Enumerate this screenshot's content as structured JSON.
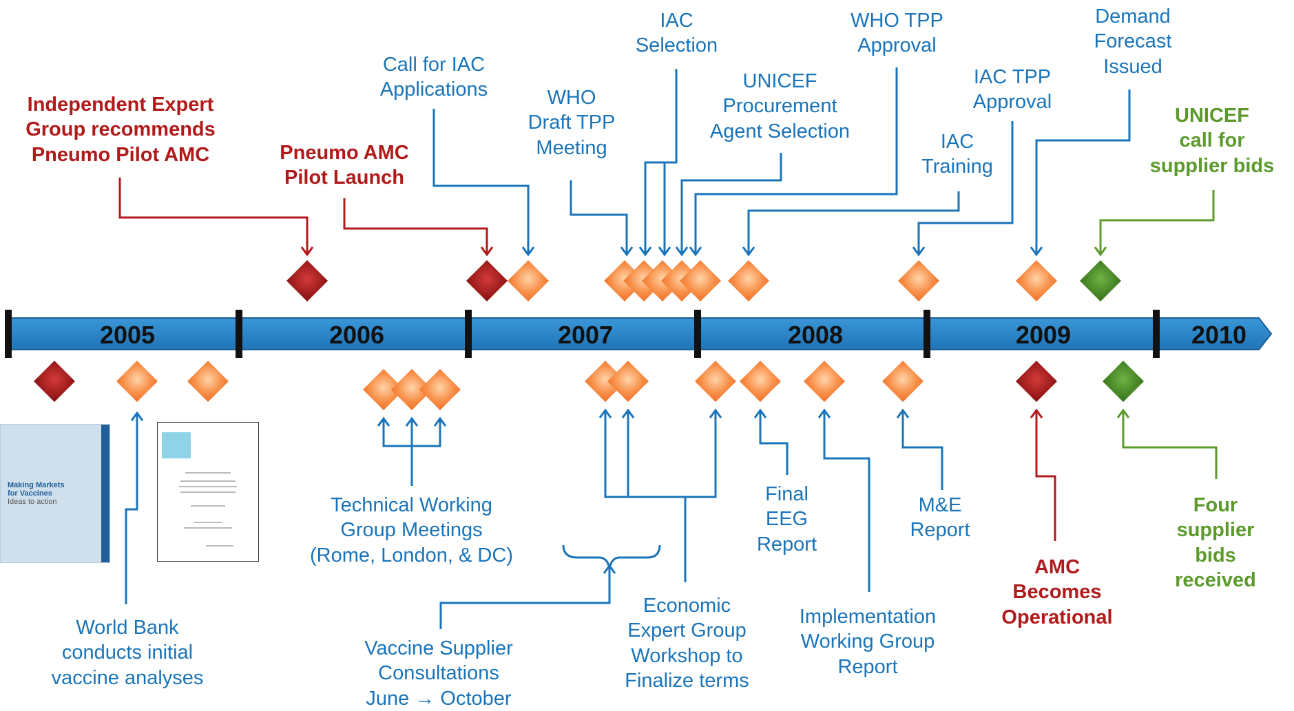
{
  "colors": {
    "bar": "#2e86c9",
    "bar_edge": "#1c5f94",
    "blue_text": "#1a74b9",
    "red": "#b01a1a",
    "green": "#5c9a2c",
    "orange": "#f6792c",
    "dark_red": "#9e1212",
    "dark_green": "#3f7e1d"
  },
  "timeline": {
    "years": [
      "2005",
      "2006",
      "2007",
      "2008",
      "2009",
      "2010"
    ]
  },
  "events": {
    "world_bank": "World Bank\nconducts initial\nvaccine analyses",
    "expert_group": "Independent Expert\nGroup recommends\nPneumo Pilot AMC",
    "technical_wg": "Technical Working\nGroup Meetings\n(Rome, London, & DC)",
    "pilot_launch": "Pneumo AMC\nPilot Launch",
    "call_iac": "Call for IAC\nApplications",
    "who_draft": "WHO\nDraft TPP\nMeeting",
    "iac_selection": "IAC\nSelection",
    "unicef_agent": "UNICEF\nProcurement\nAgent Selection",
    "who_tpp": "WHO TPP\nApproval",
    "iac_training": "IAC\nTraining",
    "iac_tpp": "IAC TPP\nApproval",
    "demand_forecast": "Demand\nForecast\nIssued",
    "unicef_call": "UNICEF\ncall for\nsupplier bids",
    "vaccine_supplier": "Vaccine Supplier\nConsultations\nJune → October",
    "economic_eg": "Economic\nExpert Group\nWorkshop to\nFinalize terms",
    "final_eeg": "Final\nEEG\nReport",
    "implementation_wg": "Implementation\nWorking Group\nReport",
    "me_report": "M&E\nReport",
    "amc_operational": "AMC\nBecomes\nOperational",
    "four_bids": "Four\nsupplier\nbids\nreceived"
  },
  "documents": {
    "doc1_title": "Making Markets\nfor Vaccines",
    "doc1_subtitle": "Ideas to action"
  }
}
